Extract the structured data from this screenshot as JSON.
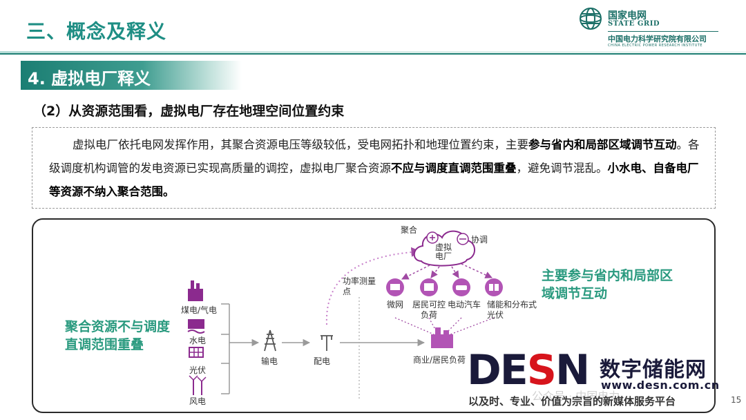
{
  "header": {
    "title": "三、概念及释义",
    "logo": {
      "name_cn": "国家电网",
      "name_en": "STATE GRID",
      "institute_cn": "中国电力科学研究院有限公司",
      "institute_en": "CHINA ELECTRIC POWER RESEARCH INSTITUTE",
      "icon": "state-grid-globe-icon"
    }
  },
  "section": {
    "title": "4. 虚拟电厂释义",
    "subheading": "（2）从资源范围看，虚拟电厂存在地理空间位置约束"
  },
  "paragraph": {
    "seg1": "虚拟电厂依托电网发挥作用，其聚合资源电压等级较低，受电网拓扑和地理位置约束，主要",
    "seg2_bold": "参与省内和局部区域调节互动",
    "seg3": "。各级调度机构调管的发电资源已实现高质量的调控，虚拟电厂聚合资源",
    "seg4_bold": "不应与调度直调范围重叠",
    "seg5": "，避免调节混乱。",
    "seg6_bold": "小水电、自备电厂等资源不纳入聚合范围。"
  },
  "diagram": {
    "left_caption": "聚合资源不与调度直调范围重叠",
    "right_caption": "主要参与省内和局部区域调节互动",
    "sources": [
      "煤电/气电",
      "水电",
      "光伏",
      "风电"
    ],
    "transmission": "输电",
    "distribution": "配电",
    "measurement": "功率测量点",
    "cloud": {
      "center": "虚拟电厂",
      "aggregate": "聚合",
      "coordinate": "协调"
    },
    "resources": [
      "微网",
      "居民可控负荷",
      "电动汽车",
      "储能和分布式光伏"
    ],
    "load": "商业/居民负荷",
    "colors": {
      "purple": "#8b2a8e",
      "teal": "#2a9a7f",
      "icon_gray": "#888888"
    }
  },
  "watermark": {
    "letters_1": "DE",
    "letters_2": "S",
    "letters_3": "N",
    "site_cn": "数字储能网",
    "url": "www.desn.com.cn",
    "slogan": "以及时、专业、价值为宗旨的新媒体服务平台",
    "faint": "公众号 · 中国电力"
  },
  "page_number": "15"
}
